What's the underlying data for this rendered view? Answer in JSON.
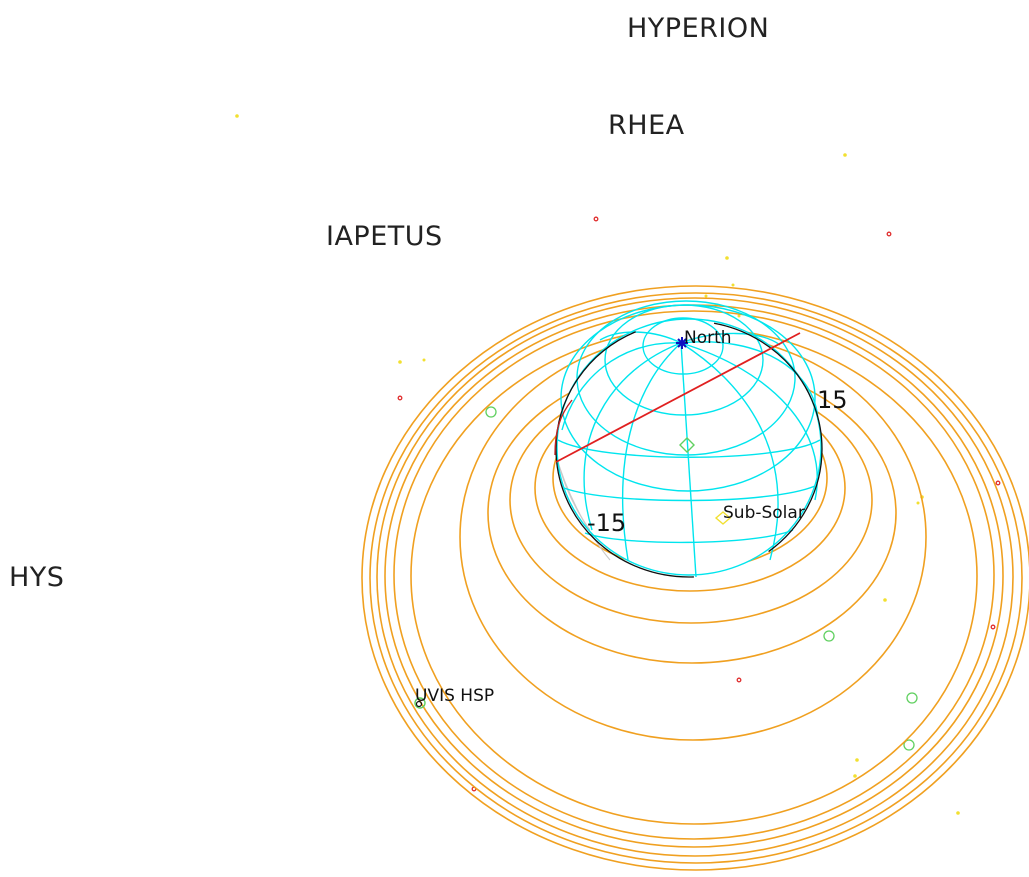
{
  "labels": {
    "hyperion": "HYPERION",
    "rhea": "RHEA",
    "iapetus": "IAPETUS",
    "tethys_partial": "HYS",
    "north": "North",
    "lat_pos": "15",
    "lat_neg": "-15",
    "sub_solar": "Sub-Solar",
    "instrument": "UVIS HSP"
  },
  "colors": {
    "rings": "#f0a020",
    "grid": "#00e5ee",
    "planet_outline": "#111111",
    "terminator": "#e02020",
    "north_marker": "#1010c0",
    "star_yellow": "#f2e030",
    "star_red": "#e03030",
    "star_green": "#60d060",
    "text": "#222222"
  }
}
